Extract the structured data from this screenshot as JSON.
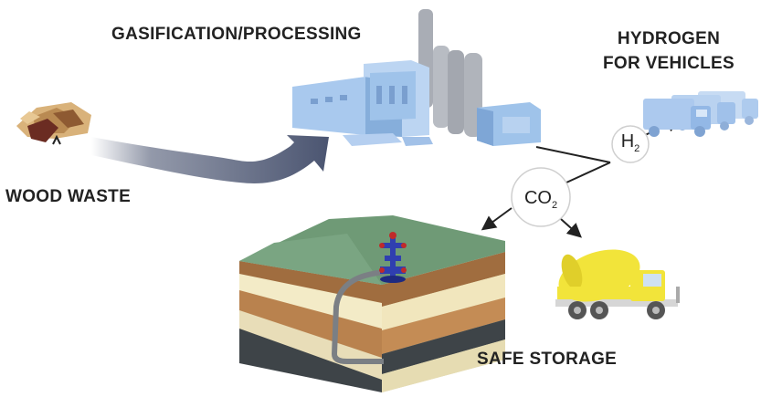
{
  "labels": {
    "gasification": "GASIFICATION/PROCESSING",
    "hydrogen_line1": "HYDROGEN",
    "hydrogen_line2": "FOR VEHICLES",
    "wood_waste": "WOOD WASTE",
    "safe_storage": "SAFE STORAGE"
  },
  "bubbles": {
    "h2_main": "H",
    "h2_sub": "2",
    "co2_main": "CO",
    "co2_sub": "2"
  },
  "colors": {
    "big_arrow": "#4b5571",
    "factory": "#9fc3ea",
    "stacks": "#a9adb5",
    "ground_top": "#6f9a76",
    "truck_yellow": "#f2e43a",
    "wellhead": "#2f3fb0"
  }
}
